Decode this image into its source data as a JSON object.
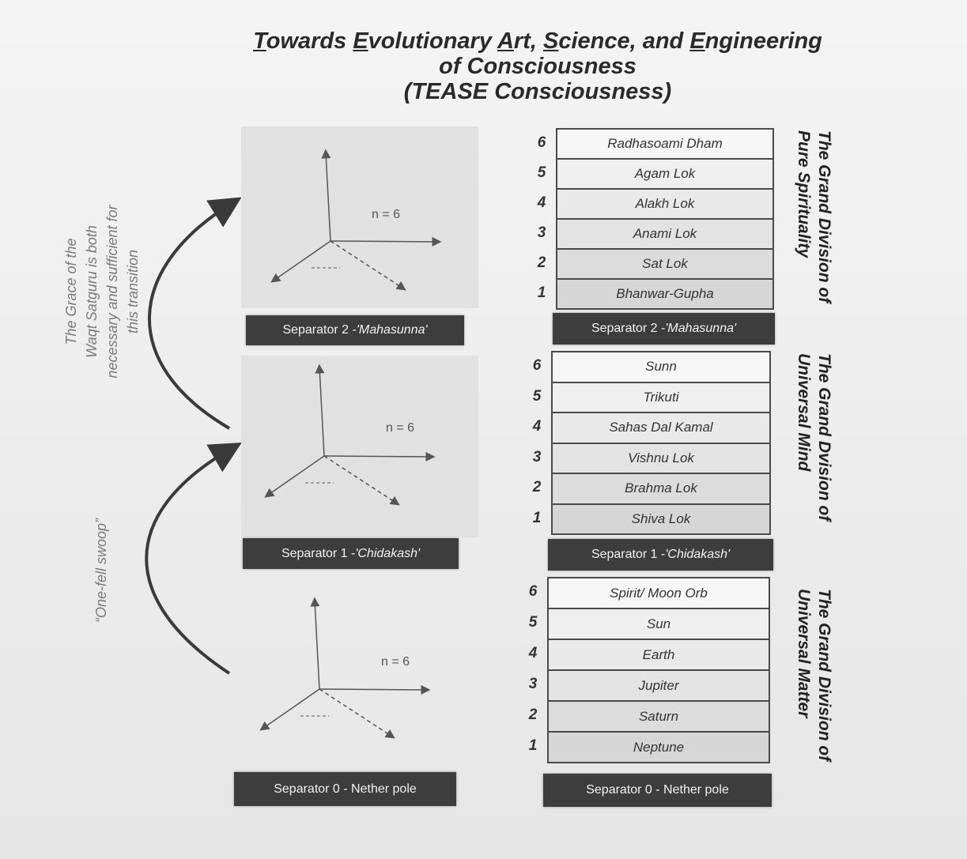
{
  "title": {
    "line1_parts": [
      {
        "text": "T",
        "u": true
      },
      {
        "text": "owards ",
        "u": false
      },
      {
        "text": "E",
        "u": true
      },
      {
        "text": "volutionary ",
        "u": false
      },
      {
        "text": "A",
        "u": true
      },
      {
        "text": "rt, ",
        "u": false
      },
      {
        "text": "S",
        "u": true
      },
      {
        "text": "cience, and ",
        "u": false
      },
      {
        "text": "E",
        "u": true
      },
      {
        "text": "ngineering",
        "u": false
      }
    ],
    "line2": "of Consciousness",
    "line3": "(TEASE Consciousness)"
  },
  "axis_panels": [
    {
      "n_label": "n = 6"
    },
    {
      "n_label": "n = 6"
    },
    {
      "n_label": "n = 6"
    }
  ],
  "left_separators": [
    {
      "prefix": "Separator 2 - ",
      "name": "'Mahasunna'"
    },
    {
      "prefix": "Separator 1 - ",
      "name": "'Chidakash'"
    },
    {
      "prefix": "Separator 0 - Nether pole",
      "name": ""
    }
  ],
  "right_separators": [
    {
      "prefix": "Separator 2 - ",
      "name": "'Mahasunna'"
    },
    {
      "prefix": "Separator 1 - ",
      "name": "'Chidakash'"
    },
    {
      "prefix": "Separator 0 - Nether pole",
      "name": ""
    }
  ],
  "stacks": [
    {
      "division_line1": "The Grand Division of",
      "division_line2": "Pure Spirituality",
      "levels": [
        {
          "num": "6",
          "name": "Radhasoami Dham"
        },
        {
          "num": "5",
          "name": "Agam Lok"
        },
        {
          "num": "4",
          "name": "Alakh Lok"
        },
        {
          "num": "3",
          "name": "Anami Lok"
        },
        {
          "num": "2",
          "name": "Sat Lok"
        },
        {
          "num": "1",
          "name": "Bhanwar-Gupha"
        }
      ]
    },
    {
      "division_line1": "The Grand Dvision of",
      "division_line2": "Universal Mind",
      "levels": [
        {
          "num": "6",
          "name": "Sunn"
        },
        {
          "num": "5",
          "name": "Trikuti"
        },
        {
          "num": "4",
          "name": "Sahas Dal Kamal"
        },
        {
          "num": "3",
          "name": "Vishnu Lok"
        },
        {
          "num": "2",
          "name": "Brahma Lok"
        },
        {
          "num": "1",
          "name": "Shiva Lok"
        }
      ]
    },
    {
      "division_line1": "The Grand Division of",
      "division_line2": "Universal Matter",
      "levels": [
        {
          "num": "6",
          "name": "Spirit/ Moon Orb"
        },
        {
          "num": "5",
          "name": "Sun"
        },
        {
          "num": "4",
          "name": "Earth"
        },
        {
          "num": "3",
          "name": "Jupiter"
        },
        {
          "num": "2",
          "name": "Saturn"
        },
        {
          "num": "1",
          "name": "Neptune"
        }
      ]
    }
  ],
  "notes": {
    "upper": [
      "The Grace of the",
      "Waqt Satguru is both",
      "necessary and sufficient for",
      "this transition"
    ],
    "lower": "“One-fell swoop”"
  },
  "colors": {
    "separator_bg": "#3d3d3d",
    "level_fill_shades": [
      "#f6f6f6",
      "#efefef",
      "#e9e9e9",
      "#e3e3e3",
      "#dcdcdc",
      "#d6d6d6"
    ]
  }
}
